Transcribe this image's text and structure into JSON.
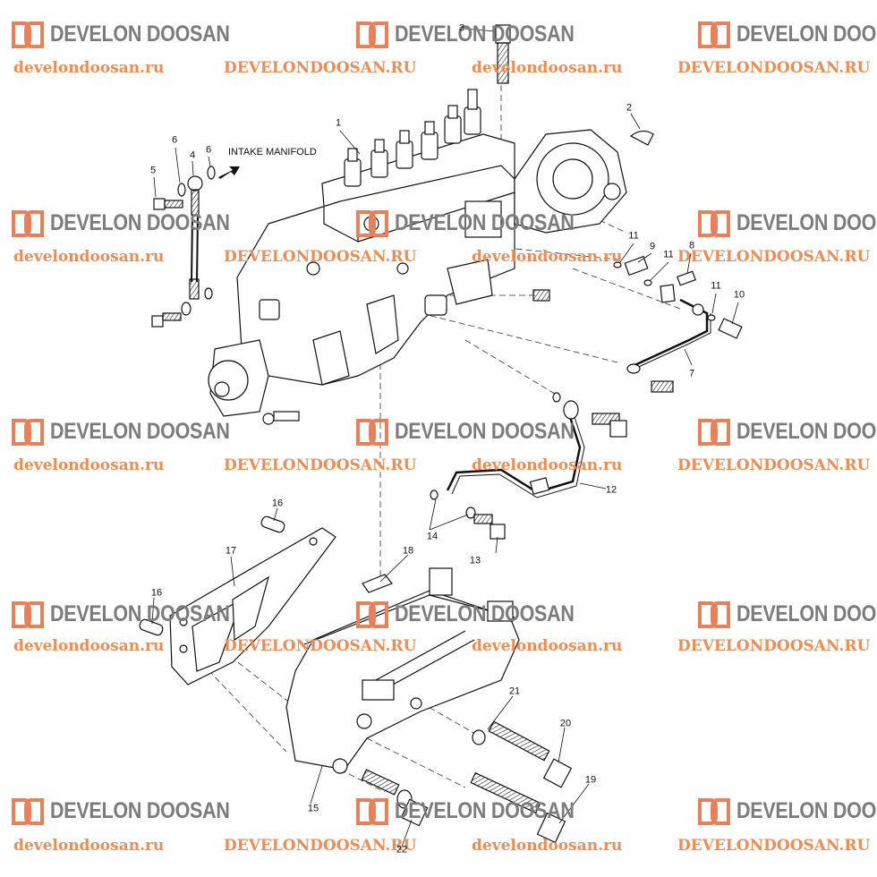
{
  "watermark": {
    "brand": "DEVELON DOOSAN",
    "site_lower": "develondoosan.ru",
    "site_upper": "DEVELONDOOSAN.RU",
    "logo_color": "#e8805a",
    "text_color": "#7c7c7c",
    "url_color": "#ee8c55"
  },
  "diagram": {
    "note": "INTAKE MANIFOLD",
    "callouts": [
      "1",
      "2",
      "3",
      "4",
      "5",
      "6",
      "6",
      "7",
      "8",
      "9",
      "10",
      "11",
      "11",
      "11",
      "12",
      "13",
      "14",
      "15",
      "16",
      "16",
      "17",
      "18",
      "19",
      "20",
      "21",
      "22"
    ]
  }
}
